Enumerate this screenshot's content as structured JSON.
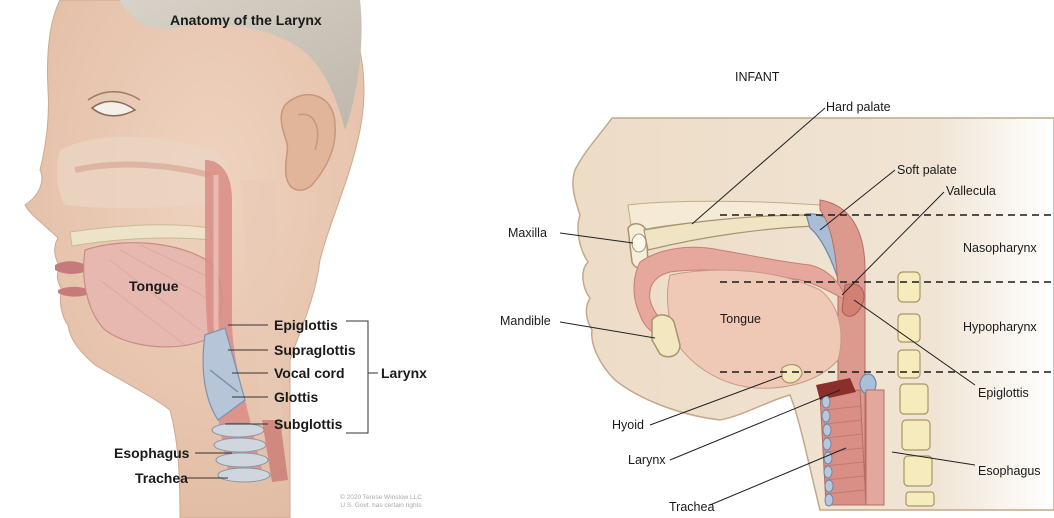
{
  "left_panel": {
    "title": "Anatomy of the Larynx",
    "labels": {
      "tongue": "Tongue",
      "epiglottis": "Epiglottis",
      "supraglottis": "Supraglottis",
      "vocal_cord": "Vocal cord",
      "glottis": "Glottis",
      "subglottis": "Subglottis",
      "larynx": "Larynx",
      "esophagus": "Esophagus",
      "trachea": "Trachea"
    },
    "credit_line1": "© 2020 Terese Winslow LLC",
    "credit_line2": "U.S. Govt. has certain rights"
  },
  "right_panel": {
    "title": "INFANT",
    "labels": {
      "hard_palate": "Hard palate",
      "soft_palate": "Soft palate",
      "vallecula": "Vallecula",
      "maxilla": "Maxilla",
      "nasopharynx": "Nasopharynx",
      "mandible": "Mandible",
      "tongue": "Tongue",
      "hypopharynx": "Hypopharynx",
      "epiglottis": "Epiglottis",
      "hyoid": "Hyoid",
      "larynx": "Larynx",
      "esophagus": "Esophagus",
      "trachea": "Trachea"
    }
  }
}
